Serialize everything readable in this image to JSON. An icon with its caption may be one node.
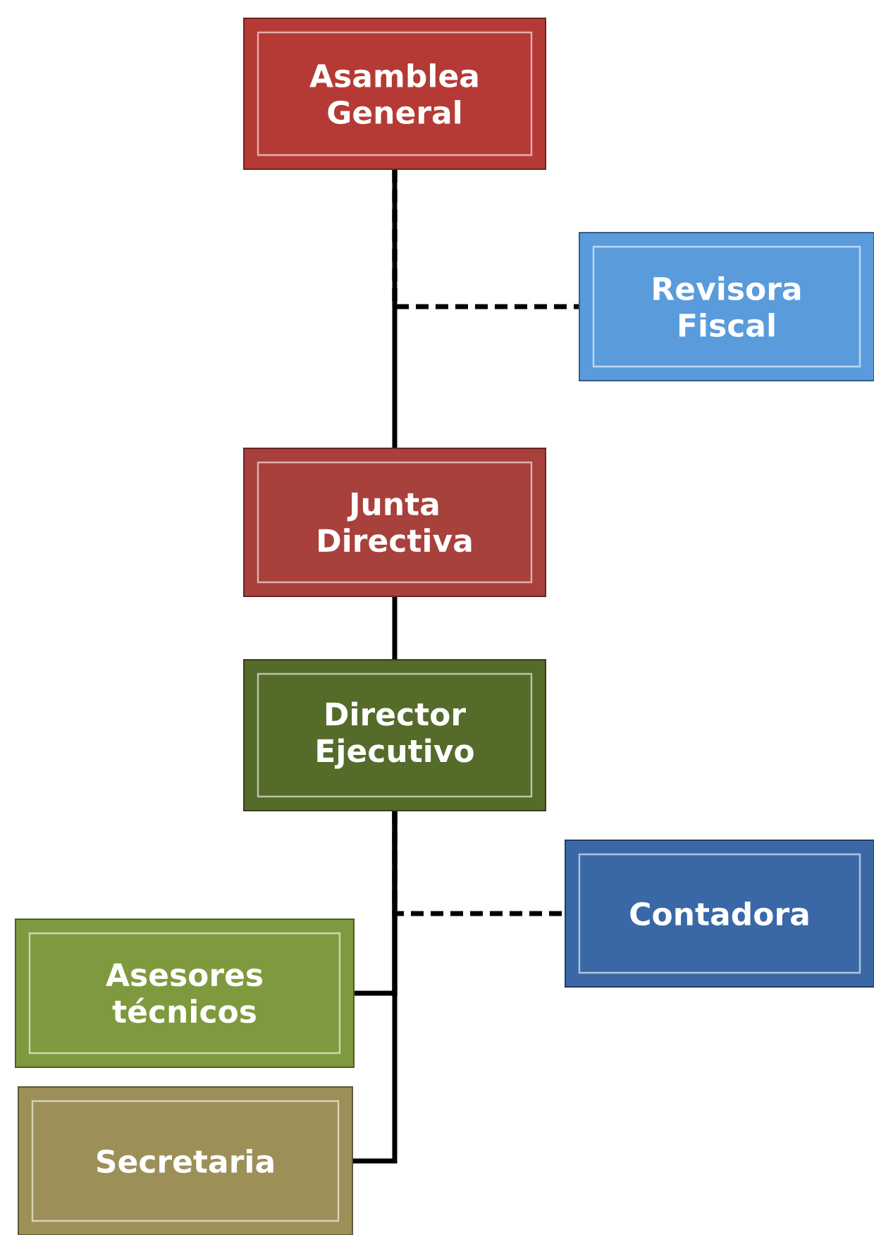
{
  "diagram": {
    "nodes": [
      {
        "text": [
          "Asamblea General"
        ]
      },
      {
        "text": [
          "Revisora Fiscal"
        ]
      },
      {
        "text": [
          "Junta Directiva"
        ]
      },
      {
        "text": [
          "Director Ejecutivo"
        ]
      },
      {
        "text": [
          "Contadora"
        ]
      },
      {
        "text": [
          "Asesores técnicos"
        ]
      },
      {
        "text": [
          "Secretaria"
        ]
      }
    ],
    "edges": [
      {
        "from": 0,
        "to": 2,
        "arrow": "none"
      },
      {
        "from": 0,
        "to": 1,
        "arrow": "none",
        "style": "dashed"
      },
      {
        "from": 2,
        "to": 3,
        "arrow": "none"
      },
      {
        "from": 3,
        "to": 4,
        "arrow": "none",
        "style": "dashed"
      },
      {
        "from": 3,
        "to": 5,
        "arrow": "none"
      },
      {
        "from": 3,
        "to": 6,
        "arrow": "none"
      }
    ]
  }
}
